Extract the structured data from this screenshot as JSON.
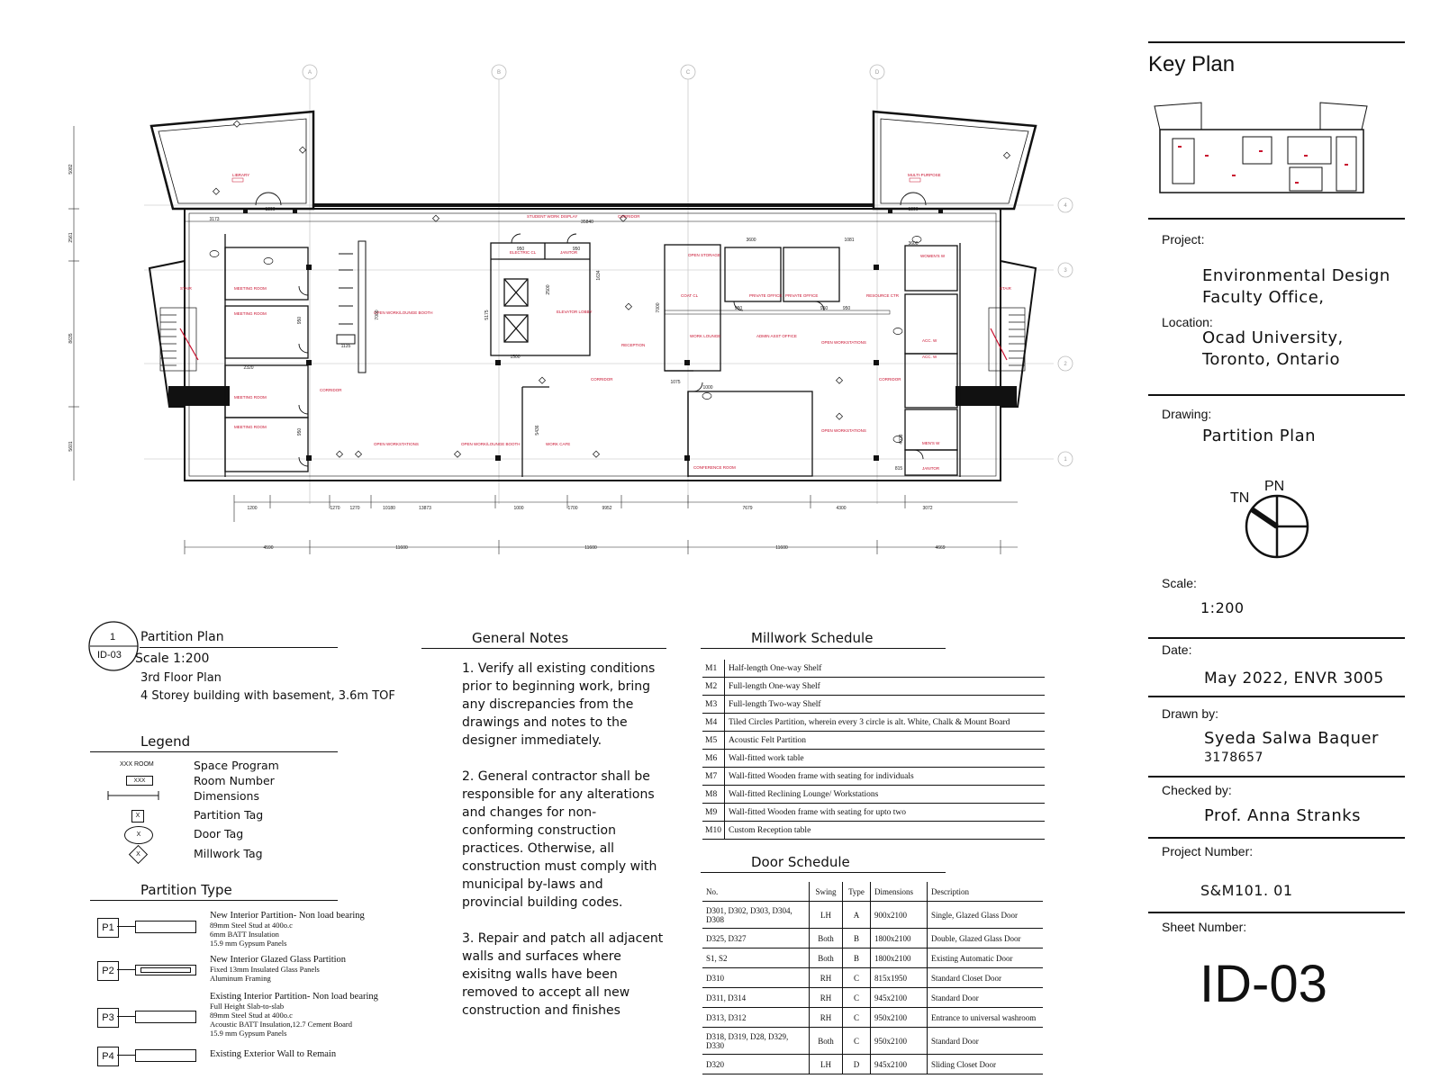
{
  "plan_labels": {
    "library": "LIBRARY",
    "multipurpose": "MULTI-PURPOSE",
    "stair_left": "STAIR",
    "stair_right": "STAIR",
    "meeting1": "MEETING ROOM",
    "meeting2": "MEETING ROOM",
    "meeting3": "MEETING ROOM",
    "meeting4": "MEETING ROOM",
    "open_lounge1": "OPEN WORK/LOUNGE BOOTH",
    "open_lounge2": "OPEN WORK/LOUNGE BOOTH",
    "open_ws1": "OPEN WORKSTATIONS",
    "open_ws2": "OPEN WORKSTATIONS",
    "open_ws3": "OPEN WORKSTATIONS",
    "student_display": "STUDENT WORK DISPLAY",
    "corridor1": "CORRIDOR",
    "corridor2": "CORRIDOR",
    "corridor3": "CORRIDOR",
    "corridor4": "CORRIDOR",
    "elec_cl": "ELECTRIC CL",
    "janitor": "JANITOR",
    "elevator_lobby": "ELEVATOR LOBBY",
    "reception": "RECEPTION",
    "work_cafe": "WORK CAFE",
    "coat_cl": "COAT CL",
    "storage": "OPEN STORAGE",
    "private1": "PRIVATE OFFICE",
    "private2": "PRIVATE OFFICE",
    "work_lounge": "WORK LOUNGE",
    "admin_office": "ADMIN ASST OFFICE",
    "resource_ctr": "RESOURCE CTR",
    "conference": "CONFERENCE ROOM",
    "womens": "WOMEN'S W",
    "acc1": "ACC. W",
    "acc2": "ACC. W",
    "mens": "MEN'S W",
    "janitor2": "JANITOR",
    "dims": [
      "3173",
      "1800",
      "1800",
      "2320",
      "1135",
      "7000",
      "950",
      "950",
      "35840",
      "3600",
      "1081",
      "3600",
      "950",
      "950",
      "950",
      "1000",
      "1075",
      "1500",
      "2500",
      "5175",
      "5436",
      "4028",
      "815",
      "1200",
      "1270",
      "1270",
      "10180",
      "13873",
      "1000",
      "1700",
      "9952",
      "7679",
      "4300",
      "3072",
      "4590",
      "11600",
      "11600",
      "11600",
      "4669",
      "5082",
      "2561",
      "8635",
      "5601",
      "1634",
      "7000",
      "950",
      "950"
    ],
    "grid_letters": [
      "A",
      "B",
      "C",
      "D"
    ],
    "grid_numbers": [
      "4",
      "3",
      "2",
      "1"
    ]
  },
  "title_block": {
    "key_plan": "Key Plan",
    "project_label": "Project:",
    "project_line1": "Environmental Design",
    "project_line2": "Faculty Office,",
    "location_label": "Location:",
    "location_line1": "Ocad University,",
    "location_line2": "Toronto, Ontario",
    "drawing_label": "Drawing:",
    "drawing": "Partition Plan",
    "tn": "TN",
    "pn": "PN",
    "scale_label": "Scale:",
    "scale": "1:200",
    "date_label": "Date:",
    "date": "May 2022, ENVR 3005",
    "drawn_label": "Drawn by:",
    "drawn_name": "Syeda Salwa Baquer",
    "drawn_id": "3178657",
    "checked_label": "Checked by:",
    "checked": "Prof. Anna Stranks",
    "projnum_label": "Project Number:",
    "projnum": "S&M101. 01",
    "sheet_label": "Sheet Number:",
    "sheet": "ID-03"
  },
  "drawing_title": {
    "num": "1",
    "sheet": "ID-03",
    "title": "Partition Plan",
    "scale": "Scale 1:200",
    "floor": "3rd Floor Plan",
    "desc": "4 Storey building with basement, 3.6m TOF"
  },
  "legend": {
    "title": "Legend",
    "xxx_room": "XXX ROOM",
    "xxx": "XXX",
    "x1": "X",
    "x2": "X",
    "x3": "X",
    "items": [
      "Space Program",
      "Room Number",
      "Dimensions",
      "Partition Tag",
      "Door Tag",
      "Millwork Tag"
    ]
  },
  "partition_type": {
    "title": "Partition Type",
    "types": [
      {
        "tag": "P1",
        "title": "New Interior Partition- Non load  bearing",
        "lines": [
          "89mm Steel Stud at 400o.c",
          "6mm BATT Insulation",
          "15.9 mm Gypsum Panels"
        ]
      },
      {
        "tag": "P2",
        "title": "New Interior Glazed Glass Partition",
        "lines": [
          "Fixed 13mm Insulated Glass Panels",
          "Aluminum Framing"
        ]
      },
      {
        "tag": "P3",
        "title": "Existing Interior Partition- Non load  bearing",
        "lines": [
          "Full Height Slab-to-slab",
          "89mm Steel Stud at 400o.c",
          "Acoustic BATT Insulation,12.7 Cement Board",
          "15.9 mm Gypsum Panels"
        ]
      },
      {
        "tag": "P4",
        "title": "Existing Exterior Wall to Remain",
        "lines": []
      }
    ]
  },
  "general_notes": {
    "title": "General Notes",
    "notes": [
      "1. Verify all existing conditions prior to beginning work, bring any discrepancies from the drawings and notes to the designer immediately.",
      "2. General contractor shall be responsible for any alterations and changes for non-conforming construction practices. Otherwise, all construction must comply with municipal by-laws and provincial building codes.",
      "3. Repair and patch all adjacent walls and surfaces where exisitng walls have been removed to accept all new construction and finishes"
    ]
  },
  "millwork": {
    "title": "Millwork Schedule",
    "rows": [
      [
        "M1",
        "Half-length One-way Shelf"
      ],
      [
        "M2",
        "Full-length One-way Shelf"
      ],
      [
        "M3",
        "Full-length Two-way Shelf"
      ],
      [
        "M4",
        "Tiled Circles Partition, wherein every 3 circle is alt. White, Chalk & Mount Board"
      ],
      [
        "M5",
        "Acoustic Felt Partition"
      ],
      [
        "M6",
        "Wall-fitted work table"
      ],
      [
        "M7",
        "Wall-fitted Wooden frame with seating for individuals"
      ],
      [
        "M8",
        "Wall-fitted Reclining Lounge/ Workstations"
      ],
      [
        "M9",
        "Wall-fitted Wooden frame with seating for upto two"
      ],
      [
        "M10",
        "Custom Reception table"
      ]
    ]
  },
  "door_schedule": {
    "title": "Door Schedule",
    "headers": [
      "No.",
      "Swing",
      "Type",
      "Dimensions",
      "Description"
    ],
    "rows": [
      [
        "D301, D302, D303, D304, D308",
        "LH",
        "A",
        "900x2100",
        "Single, Glazed Glass Door"
      ],
      [
        "D325, D327",
        "Both",
        "B",
        "1800x2100",
        "Double, Glazed Glass Door"
      ],
      [
        "S1, S2",
        "Both",
        "B",
        "1800x2100",
        "Existing Automatic Door"
      ],
      [
        "D310",
        "RH",
        "C",
        "815x1950",
        "Standard Closet Door"
      ],
      [
        "D311, D314",
        "RH",
        "C",
        "945x2100",
        "Standard Door"
      ],
      [
        "D313, D312",
        "RH",
        "C",
        "950x2100",
        "Entrance to universal washroom"
      ],
      [
        "D318, D319, D28, D329, D330",
        "Both",
        "C",
        "950x2100",
        "Standard Door"
      ],
      [
        "D320",
        "LH",
        "D",
        "945x2100",
        "Sliding Closet Door"
      ]
    ]
  }
}
